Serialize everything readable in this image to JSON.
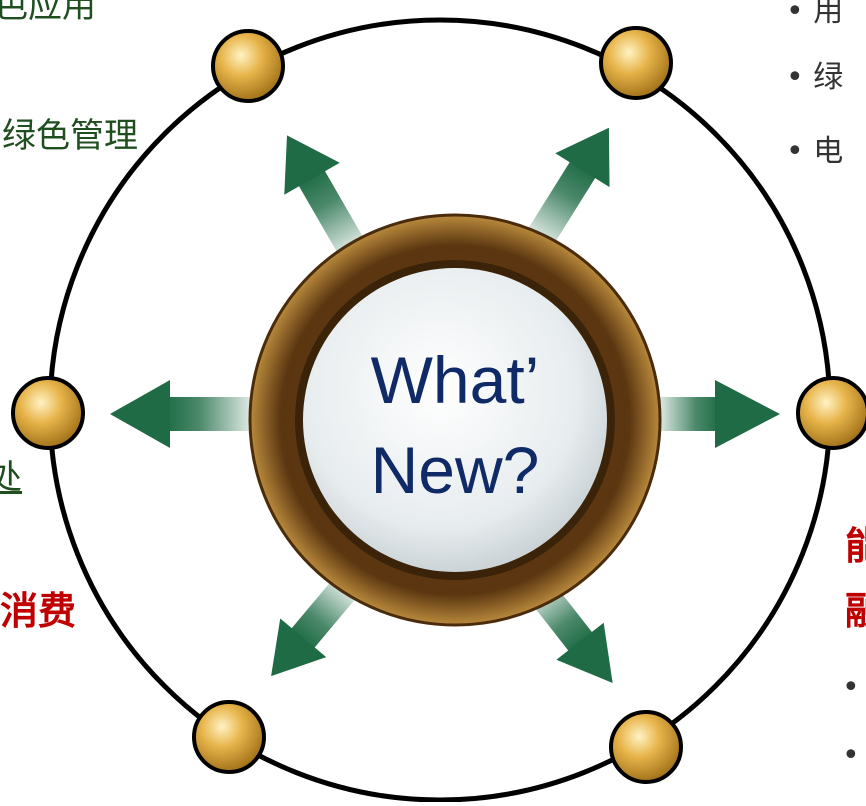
{
  "center": {
    "line1": "What’",
    "line2": "New?"
  },
  "left_texts": {
    "top_fragment": "绿色应用",
    "middle": "用绿色管理",
    "link_fragment": "处",
    "emphasis": "消费"
  },
  "right_texts": {
    "items": [
      "用",
      "绿",
      "电"
    ],
    "emphasis_1": "能",
    "emphasis_2": "融"
  },
  "colors": {
    "arrow": "#1e6b45",
    "ring": "#000000",
    "node": "#e0a93a",
    "hub_outer": "#6b4318",
    "hub_face": "#e6ecef",
    "center_text": "#0f2a66",
    "left_text": "#1f4e1f",
    "emphasis": "#c00000"
  }
}
